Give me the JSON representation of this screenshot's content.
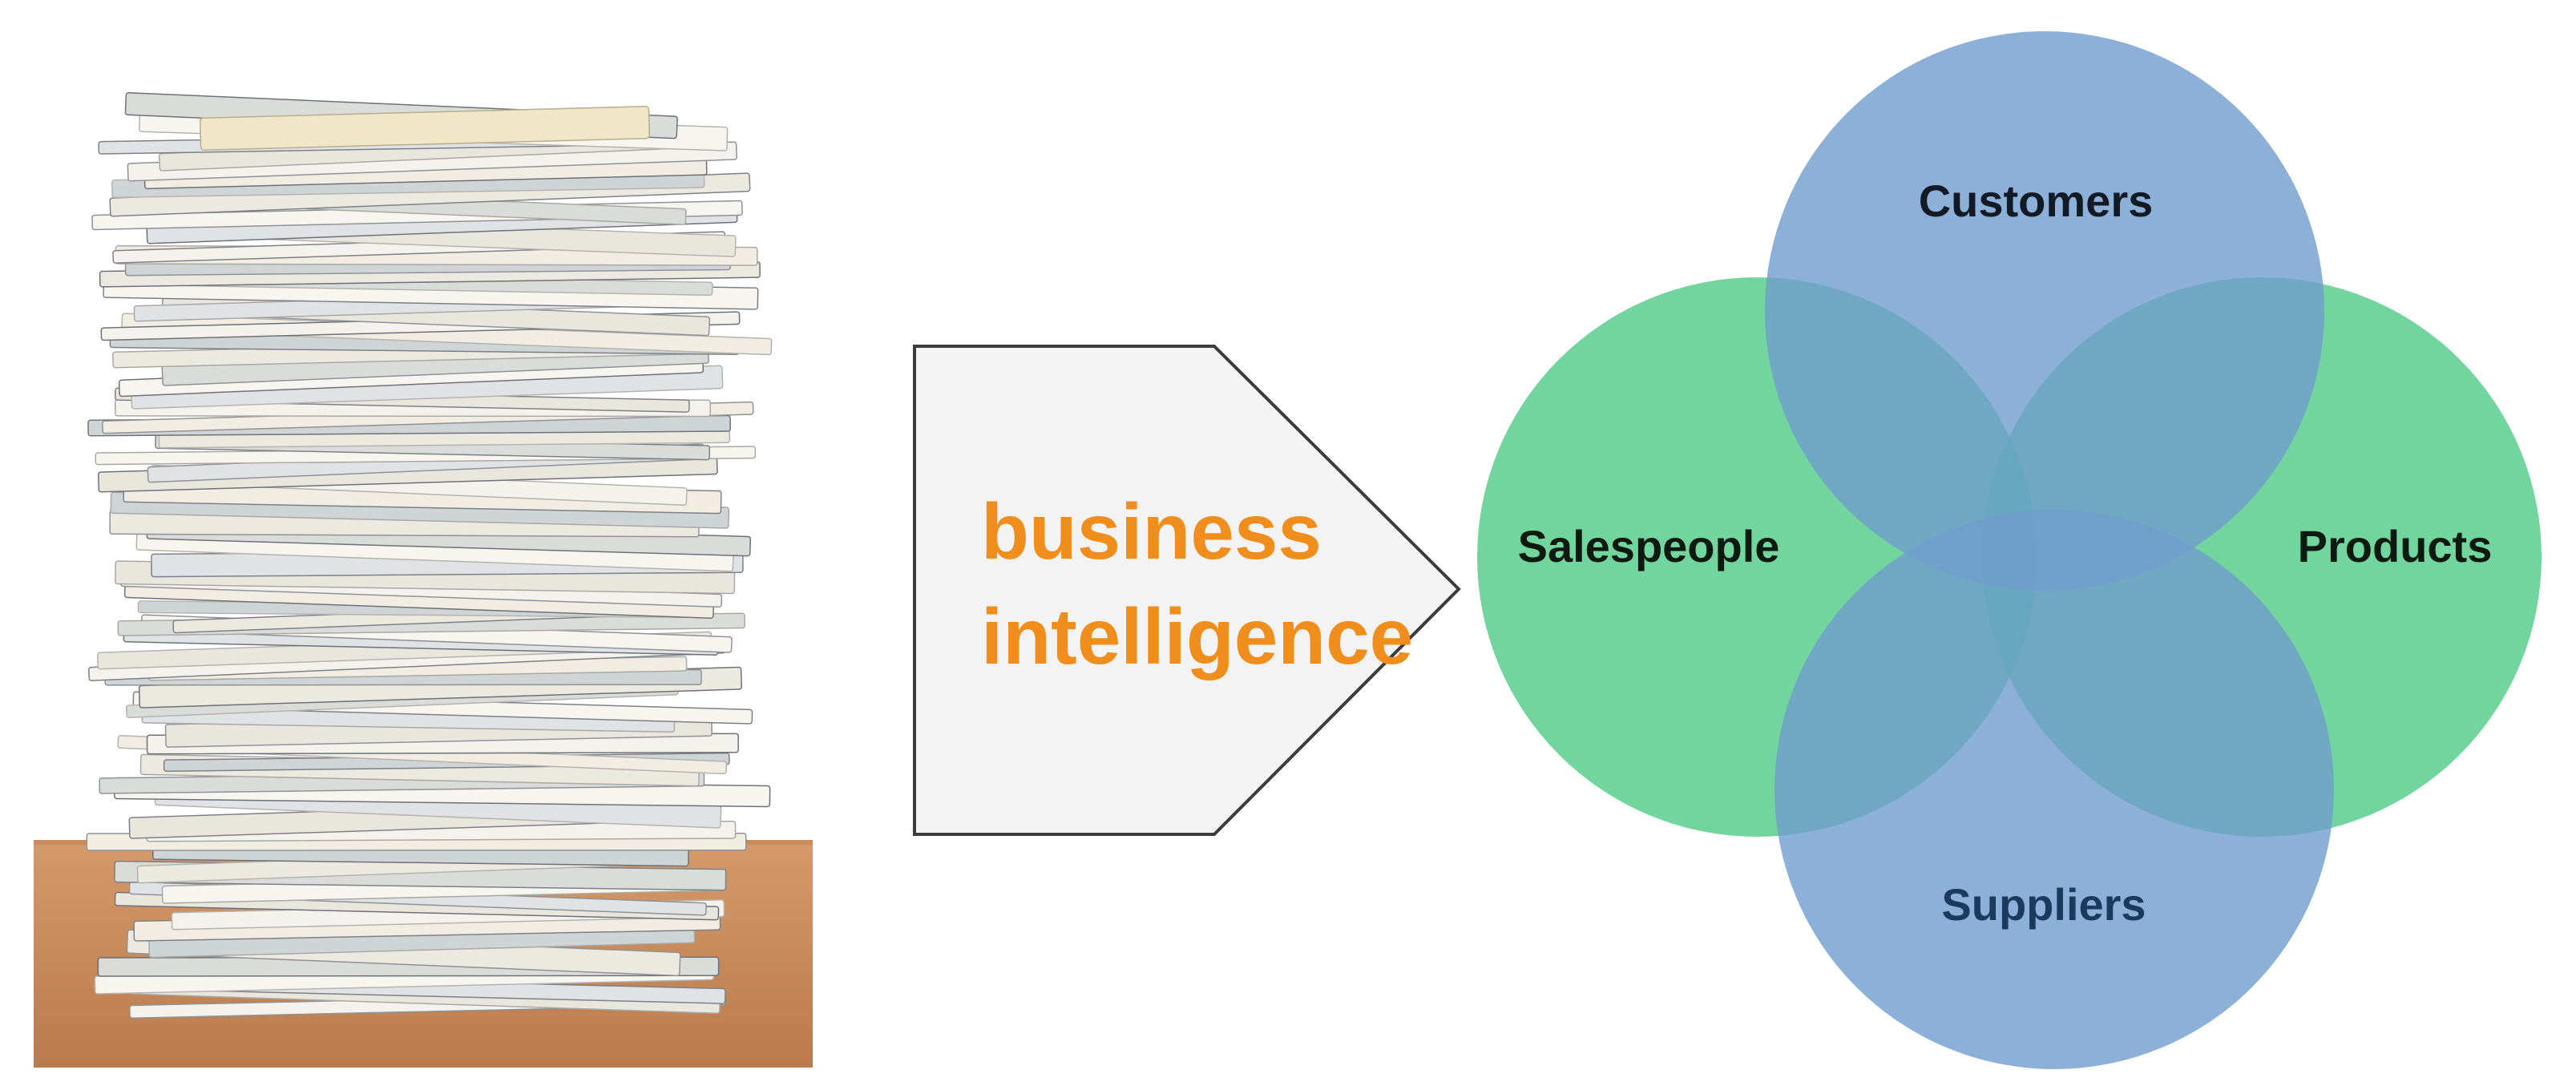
{
  "process": {
    "label_line1": "business",
    "label_line2": "intelligence",
    "label_color": "#ef8e1c",
    "arrow_fill": "#f3f3f3",
    "arrow_stroke": "#3c3c3c"
  },
  "venn": {
    "customers": {
      "label": "Customers",
      "fill": "#6f9ccd",
      "text_color": "#121a26"
    },
    "salespeople": {
      "label": "Salespeople",
      "fill": "#3cc577",
      "text_color": "#0c1a11"
    },
    "products": {
      "label": "Products",
      "fill": "#3cc577",
      "text_color": "#0c1a11"
    },
    "suppliers": {
      "label": "Suppliers",
      "fill": "#6f9ccd",
      "text_color": "#1b3a5e"
    }
  }
}
